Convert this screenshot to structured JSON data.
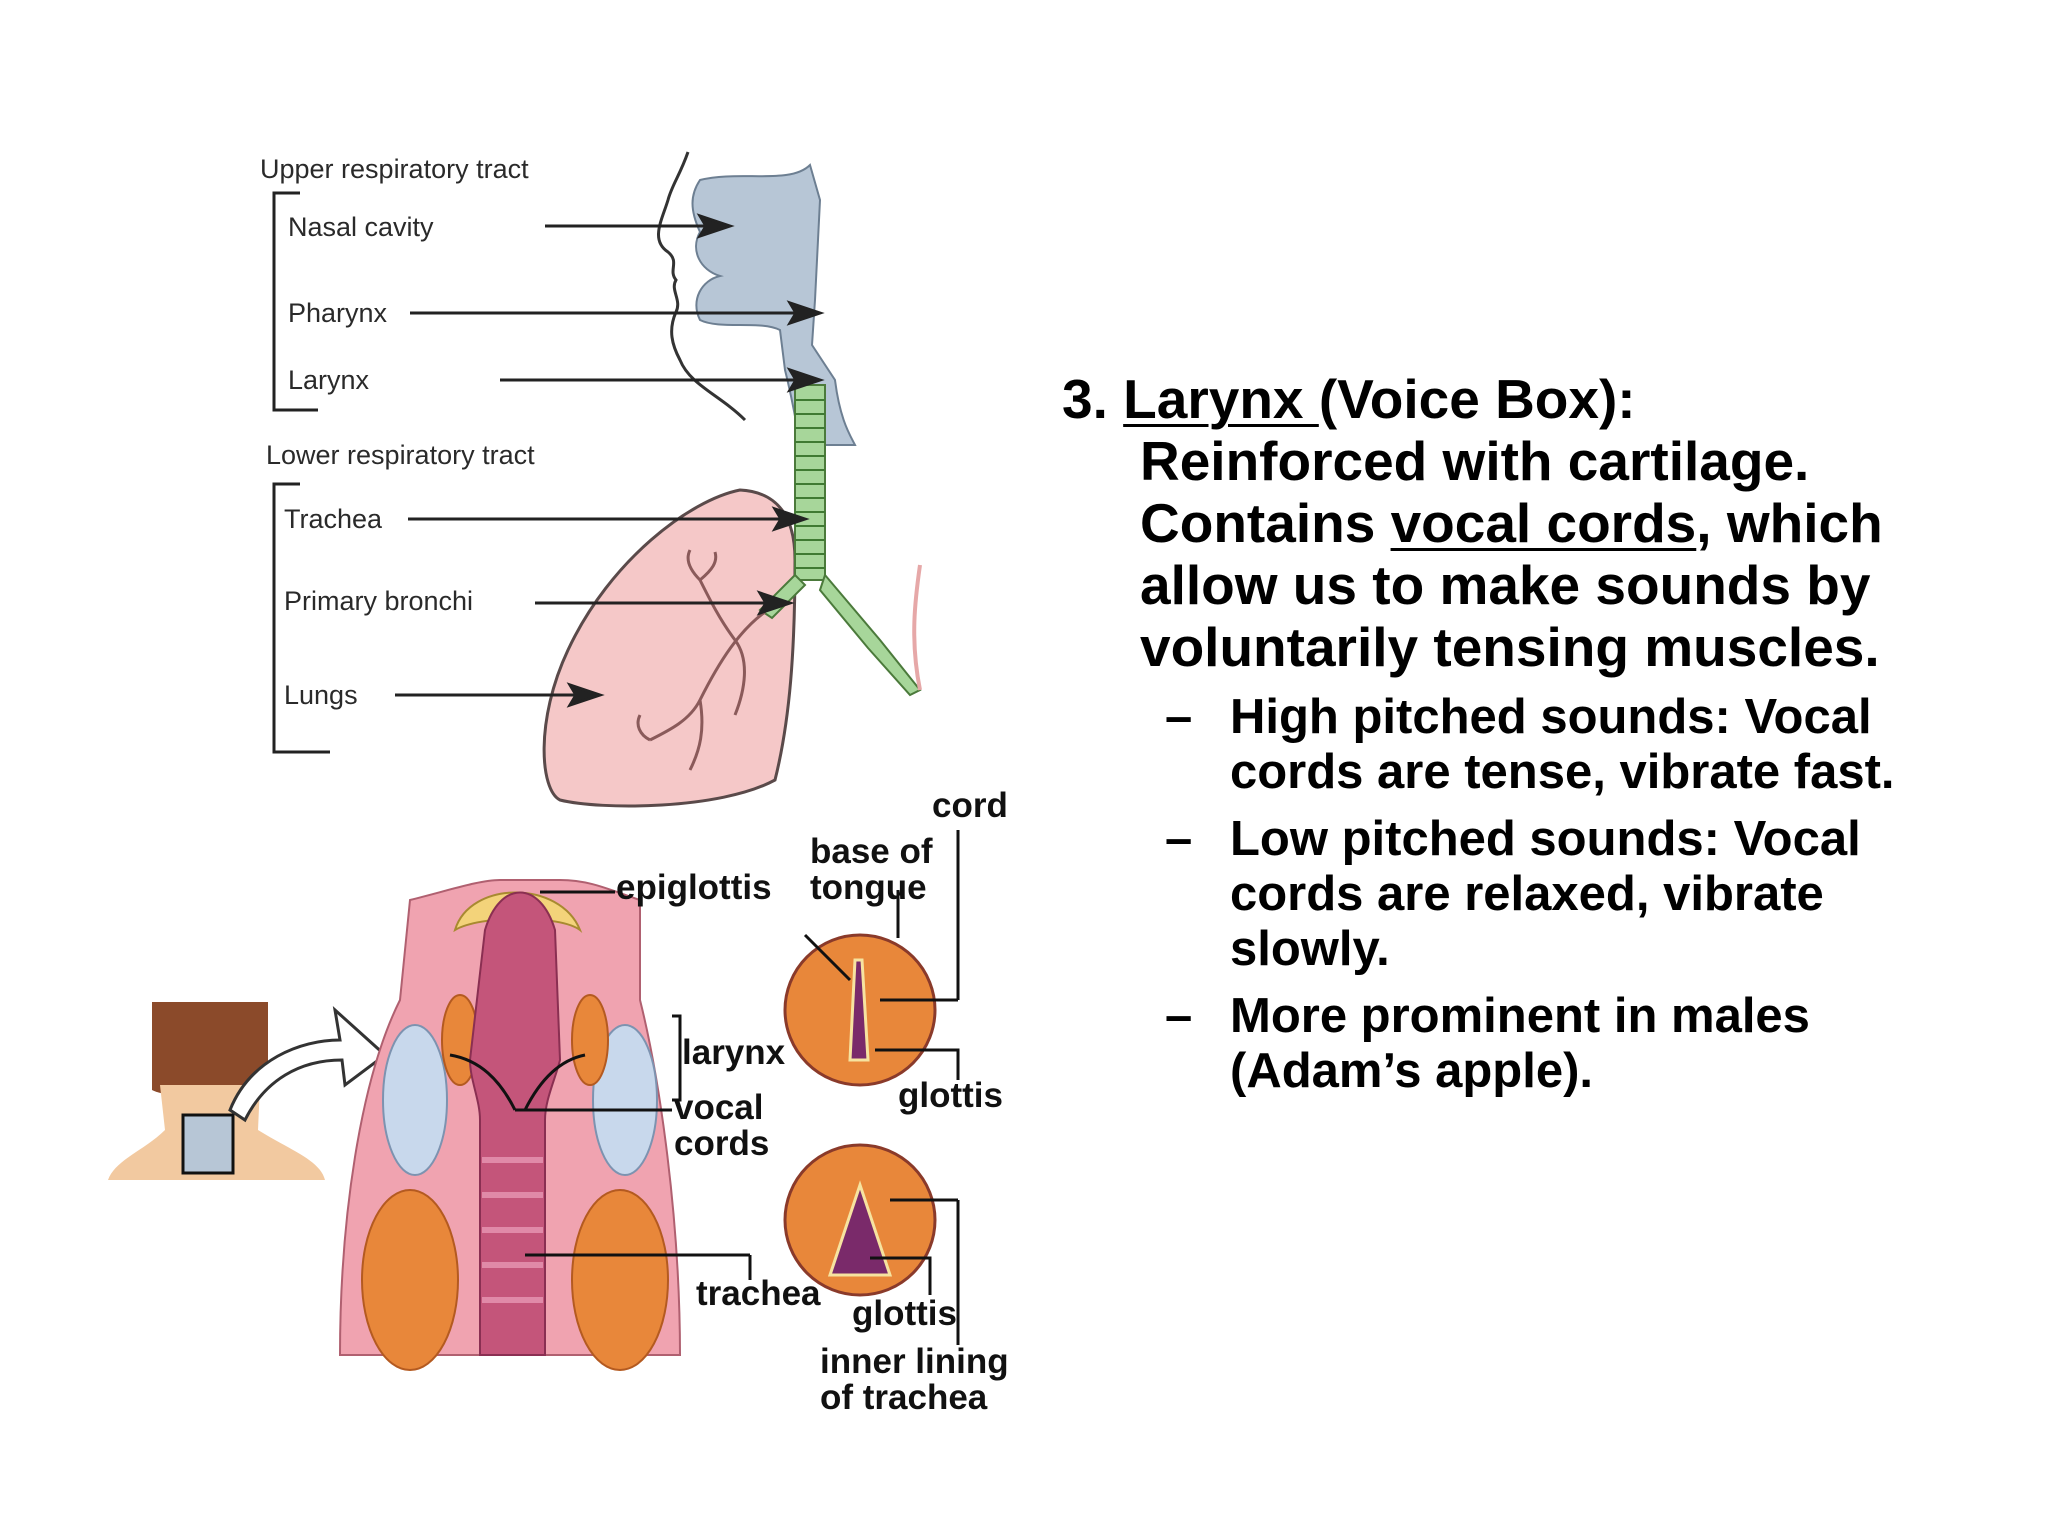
{
  "respiratory_diagram": {
    "upper_title": "Upper respiratory tract",
    "nasal_cavity": "Nasal cavity",
    "pharynx": "Pharynx",
    "larynx": "Larynx",
    "lower_title": "Lower respiratory tract",
    "trachea": "Trachea",
    "primary_bronchi": "Primary bronchi",
    "lungs": "Lungs"
  },
  "larynx_diagram": {
    "cord": "cord",
    "base_of": "base of",
    "tongue": "tongue",
    "epiglottis": "epiglottis",
    "larynx": "larynx",
    "vocal": "vocal",
    "cords": "cords",
    "glottis_top": "glottis",
    "trachea": "trachea",
    "glottis_bottom": "glottis",
    "inner_lining": "inner lining",
    "of_trachea": "of trachea"
  },
  "slide": {
    "number": "3.",
    "title": "Larynx ",
    "title_rest": "(Voice Box):",
    "line1": "Reinforced with cartilage.",
    "line2_pre": "Contains ",
    "line2_ul": "vocal cords",
    "line2_post": ", which",
    "line3": "allow us to make sounds by",
    "line4": "voluntarily tensing muscles.",
    "bullets": [
      {
        "dash": "–",
        "line1": "High pitched sounds: Vocal",
        "line2": "cords are tense, vibrate fast."
      },
      {
        "dash": "–",
        "line1": "Low pitched sounds: Vocal",
        "line2": "cords are relaxed, vibrate",
        "line3": "slowly."
      },
      {
        "dash": "–",
        "line1": "More prominent in males",
        "line2": "(Adam’s apple)."
      }
    ]
  },
  "colors": {
    "airway_blue": "#b7c6d6",
    "trachea_green": "#a7d69a",
    "lung_pink": "#f5c8c8",
    "tissue_pink": "#f0a3b0",
    "orange_tissue": "#e8873a"
  }
}
